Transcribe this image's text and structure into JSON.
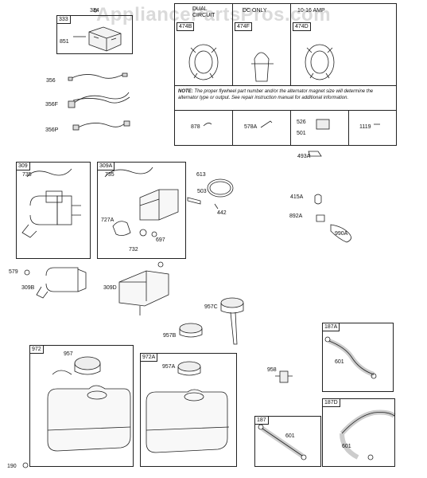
{
  "watermark": "AppliancePartsPros.com",
  "boxes": {
    "b333": "333",
    "b309": "309",
    "b309A": "309A",
    "b972": "972",
    "b972A": "972A",
    "b187A": "187A",
    "b187": "187",
    "b187D": "187D"
  },
  "alternator_table": {
    "headers": [
      "DUAL CIRCUIT",
      "DC ONLY",
      "10-16 AMP"
    ],
    "parts": [
      "474B",
      "474F",
      "474D"
    ],
    "note_label": "NOTE:",
    "note_text": "The proper flywheel part number and/or the alternator magnet size will determine the alternator type or output. See repair instruction manual for additional information.",
    "bottom_parts": [
      "878",
      "578A",
      "526",
      "501",
      "1119"
    ]
  },
  "labels": {
    "p334": "334",
    "p851": "851",
    "p356": "356",
    "p356F": "356F",
    "p356P": "356P",
    "p735a": "735",
    "p735b": "735",
    "p727A": "727A",
    "p697": "697",
    "p732": "732",
    "p613": "613",
    "p503": "503",
    "p442": "442",
    "p493A": "493A",
    "p415A": "415A",
    "p892A": "892A",
    "p990A": "990A",
    "p579": "579",
    "p309B": "309B",
    "p309D": "309D",
    "p957C": "957C",
    "p957B": "957B",
    "p957": "957",
    "p957A": "957A",
    "p958": "958",
    "p601a": "601",
    "p601b": "601",
    "p601c": "601",
    "p190": "190"
  }
}
